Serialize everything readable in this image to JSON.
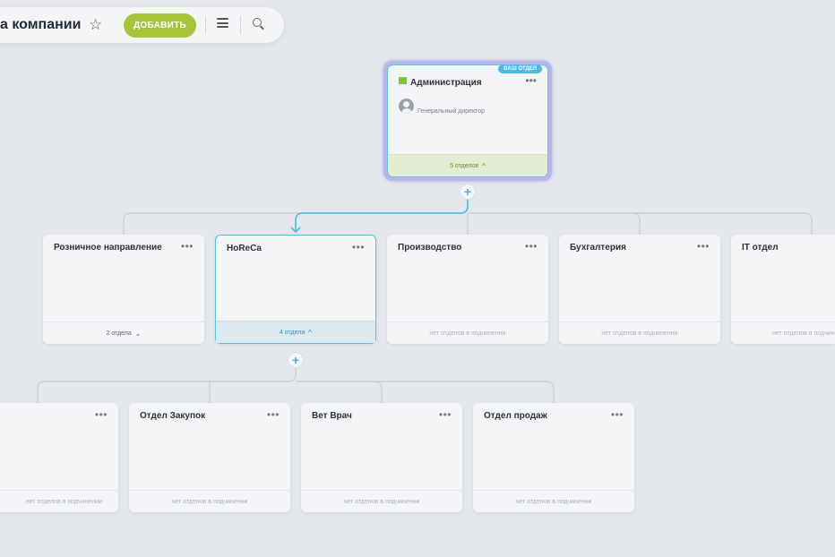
{
  "header": {
    "title": "а компании",
    "add_label": "ДОБАВИТЬ"
  },
  "admin": {
    "badge": "ВАШ ОТДЕЛ",
    "name": "Администрация",
    "role": "Генеральный директор",
    "footer": "5 отделов"
  },
  "level1": [
    {
      "name": "Розничное направление",
      "footer": "2 отдела"
    },
    {
      "name": "HoReCa",
      "footer": "4 отдела"
    },
    {
      "name": "Производство",
      "footer": "нет отделов в подчинении"
    },
    {
      "name": "Бухгалтерия",
      "footer": "нет отделов в подчинении"
    },
    {
      "name": "IT отдел",
      "footer": "нет отделов в подчинении"
    }
  ],
  "level2": [
    {
      "name": "",
      "footer": "нет отделов в подчинении"
    },
    {
      "name": "Отдел Закупок",
      "footer": "нет отделов в подчинении"
    },
    {
      "name": "Вет Врач",
      "footer": "нет отделов в подчинении"
    },
    {
      "name": "Отдел продаж",
      "footer": "нет отделов в подчинении"
    }
  ],
  "icons": {
    "star": "star-icon",
    "menu": "menu-icon",
    "search": "search-icon",
    "more": "more-icon",
    "plus": "plus-icon",
    "chevron_down": "chevron-down-icon",
    "chevron_up": "chevron-up-icon",
    "building": "building-icon",
    "avatar": "avatar-icon"
  },
  "colors": {
    "add_button": "#a7c43b",
    "selection": "#5bbce4",
    "admin_footer": "#e4ecd1",
    "background": "#e4e8ed"
  }
}
